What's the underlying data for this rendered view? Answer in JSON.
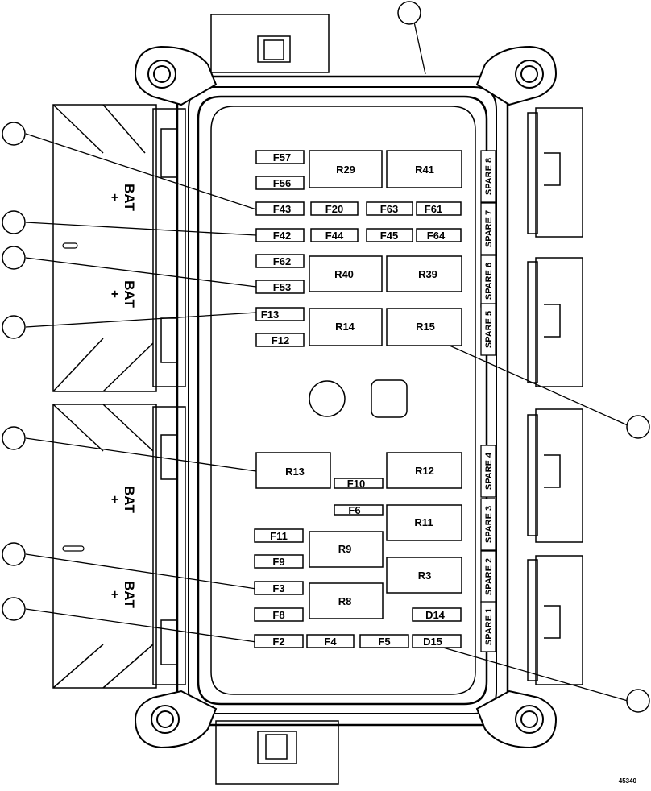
{
  "figure_id": "45340",
  "fuses": [
    {
      "id": "f57",
      "label": "F57"
    },
    {
      "id": "f56",
      "label": "F56"
    },
    {
      "id": "f43",
      "label": "F43"
    },
    {
      "id": "f20",
      "label": "F20"
    },
    {
      "id": "f63",
      "label": "F63"
    },
    {
      "id": "f61",
      "label": "F61"
    },
    {
      "id": "f42",
      "label": "F42"
    },
    {
      "id": "f44",
      "label": "F44"
    },
    {
      "id": "f45",
      "label": "F45"
    },
    {
      "id": "f64",
      "label": "F64"
    },
    {
      "id": "f62",
      "label": "F62"
    },
    {
      "id": "f53",
      "label": "F53"
    },
    {
      "id": "f13",
      "label": "F13"
    },
    {
      "id": "f12",
      "label": "F12"
    },
    {
      "id": "f10",
      "label": "F10"
    },
    {
      "id": "f6",
      "label": "F6"
    },
    {
      "id": "f11",
      "label": "F11"
    },
    {
      "id": "f9",
      "label": "F9"
    },
    {
      "id": "f3",
      "label": "F3"
    },
    {
      "id": "f8",
      "label": "F8"
    },
    {
      "id": "f2",
      "label": "F2"
    },
    {
      "id": "f4",
      "label": "F4"
    },
    {
      "id": "f5",
      "label": "F5"
    },
    {
      "id": "d14",
      "label": "D14"
    },
    {
      "id": "d15",
      "label": "D15"
    }
  ],
  "relays": [
    {
      "id": "r29",
      "label": "R29"
    },
    {
      "id": "r41",
      "label": "R41"
    },
    {
      "id": "r40",
      "label": "R40"
    },
    {
      "id": "r39",
      "label": "R39"
    },
    {
      "id": "r14",
      "label": "R14"
    },
    {
      "id": "r15",
      "label": "R15"
    },
    {
      "id": "r13",
      "label": "R13"
    },
    {
      "id": "r12",
      "label": "R12"
    },
    {
      "id": "r11",
      "label": "R11"
    },
    {
      "id": "r9",
      "label": "R9"
    },
    {
      "id": "r3",
      "label": "R3"
    },
    {
      "id": "r8",
      "label": "R8"
    }
  ],
  "spares": [
    {
      "id": "spare-8",
      "label": "SPARE 8"
    },
    {
      "id": "spare-7",
      "label": "SPARE 7"
    },
    {
      "id": "spare-6",
      "label": "SPARE 6"
    },
    {
      "id": "spare-5",
      "label": "SPARE 5"
    },
    {
      "id": "spare-4",
      "label": "SPARE 4"
    },
    {
      "id": "spare-3",
      "label": "SPARE 3"
    },
    {
      "id": "spare-2",
      "label": "SPARE 2"
    },
    {
      "id": "spare-1",
      "label": "SPARE 1"
    }
  ],
  "battery_terminals": [
    {
      "id": "bat-1",
      "label": "BAT",
      "sign": "+"
    },
    {
      "id": "bat-2",
      "label": "BAT",
      "sign": "+"
    },
    {
      "id": "bat-3",
      "label": "BAT",
      "sign": "+"
    },
    {
      "id": "bat-4",
      "label": "BAT",
      "sign": "+"
    }
  ]
}
